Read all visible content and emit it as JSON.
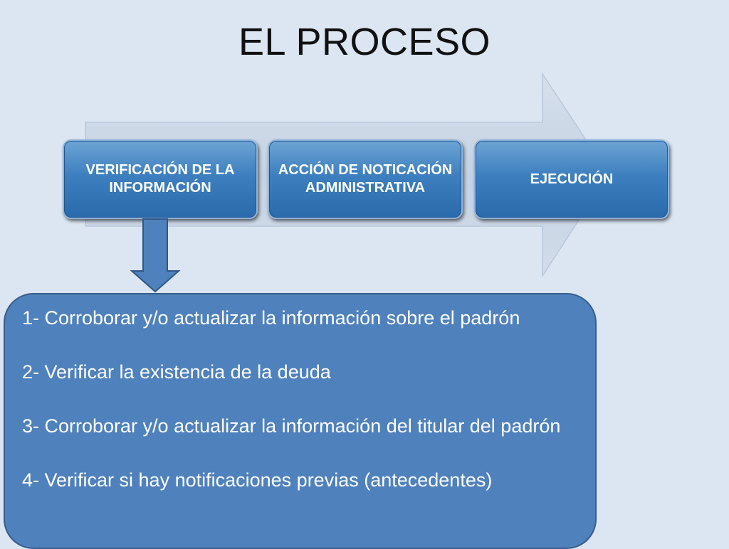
{
  "title": "EL PROCESO",
  "steps": [
    {
      "label": "VERIFICACIÓN DE LA INFORMACIÓN"
    },
    {
      "label": "ACCIÓN DE NOTICACIÓN ADMINISTRATIVA"
    },
    {
      "label": "EJECUCIÓN"
    }
  ],
  "details": [
    "1- Corroborar y/o actualizar la información sobre el padrón",
    "2- Verificar la existencia de la deuda",
    "3- Corroborar y/o actualizar la información del titular del padrón",
    "4- Verificar si hay notificaciones previas (antecedentes)"
  ],
  "colors": {
    "background": "#dce6f2",
    "step_fill": "#3d7fbf",
    "details_fill": "#4f81bd",
    "big_arrow": "#c9d6e6"
  }
}
